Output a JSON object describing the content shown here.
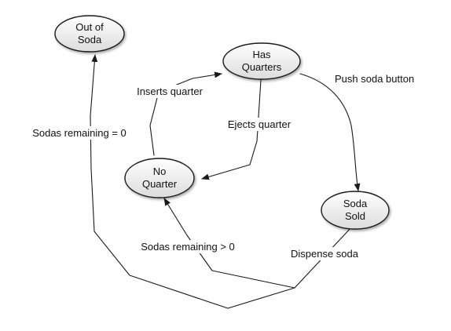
{
  "colors": {
    "stroke": "#1a1a1a",
    "text": "#111111",
    "node_fill_top": "#ffffff",
    "node_fill_bottom": "#dcdcdc",
    "background": "#ffffff"
  },
  "states": {
    "out_of_soda": {
      "line1": "Out of",
      "line2": "Soda"
    },
    "has_quarters": {
      "line1": "Has",
      "line2": "Quarters"
    },
    "no_quarter": {
      "line1": "No",
      "line2": "Quarter"
    },
    "soda_sold": {
      "line1": "Soda",
      "line2": "Sold"
    }
  },
  "transitions": {
    "inserts_quarter": "Inserts quarter",
    "ejects_quarter": "Ejects quarter",
    "push_soda_button": "Push soda button",
    "dispense_soda": "Dispense soda",
    "sodas_remaining_zero": "Sodas remaining = 0",
    "sodas_remaining_positive": "Sodas remaining > 0"
  }
}
